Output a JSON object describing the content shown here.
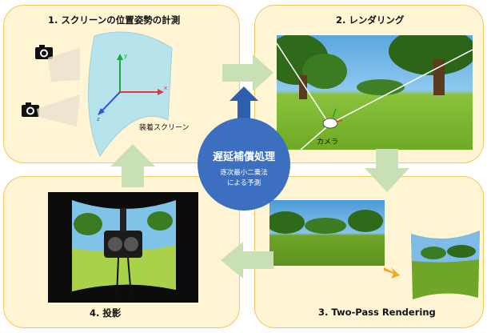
{
  "panels": {
    "pose": {
      "title": "1. スクリーンの位置姿勢の計測",
      "screen_label": "装着スクリーン",
      "axes": {
        "x": "x",
        "y": "y",
        "z": "z"
      }
    },
    "render": {
      "title": "2. レンダリング",
      "camera_label": "カメラ"
    },
    "two_pass": {
      "title": "3. Two-Pass Rendering"
    },
    "projection": {
      "title": "4. 投影"
    }
  },
  "center": {
    "title": "遅延補償処理",
    "subtitle_line1": "逐次最小二乗法",
    "subtitle_line2": "による予測"
  },
  "colors": {
    "panel_fill": "#fff4d3",
    "panel_border": "#f2c75c",
    "flow_arrow": "#c9e0b4",
    "center_circle": "#3d6fc0",
    "center_arrow": "#2e5faf",
    "warp_arrow": "#f2a922"
  },
  "icons": [
    "camera-icon",
    "camera-icon",
    "camera-marker-icon"
  ]
}
